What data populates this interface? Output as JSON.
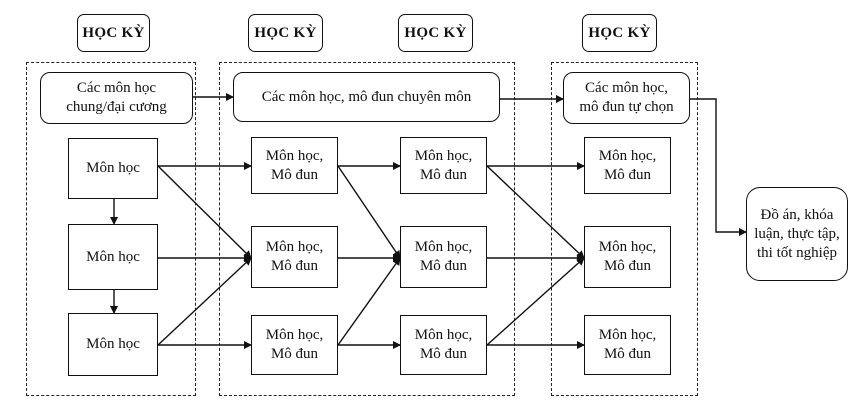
{
  "headers": {
    "h1": "HỌC KỲ",
    "h2": "HỌC KỲ",
    "h3": "HỌC KỲ",
    "h4": "HỌC KỲ"
  },
  "top_boxes": {
    "general": "Các môn học\nchung/đại cương",
    "major": "Các môn học, mô đun chuyên môn",
    "elective": "Các môn học,\nmô đun tự chọn"
  },
  "col1": {
    "r1": "Môn học",
    "r2": "Môn học",
    "r3": "Môn học"
  },
  "col2": {
    "r1": "Môn học,\nMô đun",
    "r2": "Môn học,\nMô đun",
    "r3": "Môn học,\nMô đun"
  },
  "col3": {
    "r1": "Môn học,\nMô đun",
    "r2": "Môn học,\nMô đun",
    "r3": "Môn học,\nMô đun"
  },
  "col4": {
    "r1": "Môn học,\nMô đun",
    "r2": "Môn học,\nMô đun",
    "r3": "Môn học,\nMô đun"
  },
  "final_box": "Đồ án, khóa\nluận, thực tập,\nthi tốt nghiệp"
}
